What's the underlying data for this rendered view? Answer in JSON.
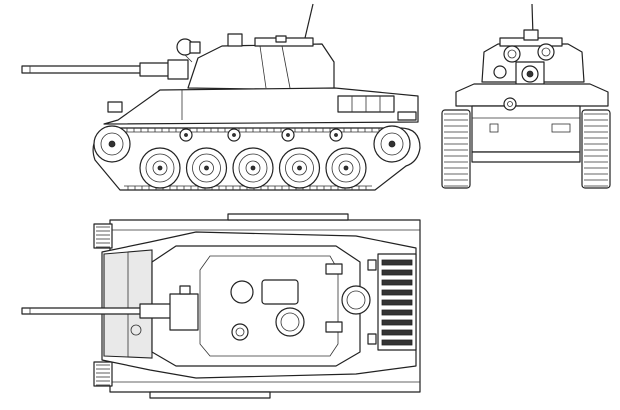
{
  "drawing": {
    "views": [
      "side-view",
      "front-view",
      "top-view"
    ],
    "colors": {
      "line": "#222222",
      "background": "#ffffff",
      "shade": "#e9e9e9"
    },
    "side_view": {
      "road_wheels": 5,
      "return_rollers": 4
    },
    "top_view": {
      "engine_grille_slats": 9
    }
  }
}
